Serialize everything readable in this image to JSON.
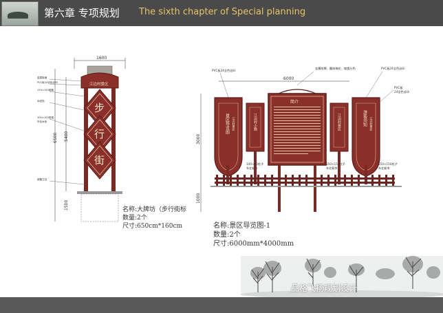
{
  "header": {
    "title": "第六章 专项规划",
    "subtitle": "The sixth chapter of Special planning"
  },
  "left_drawing": {
    "width_label": "1600",
    "top_plate": "江边村景区",
    "chars": [
      "步",
      "行",
      "街"
    ],
    "dim_total": "6500",
    "dim_middle": "5400",
    "dim_base": "1500",
    "notes": [
      "金属板面",
      "PVC板24全色丝印",
      "150×150钢管",
      "木纹色",
      "100×100角钢",
      "外包木色",
      "钢管立柱"
    ],
    "caption": {
      "name": "名称:大牌坊（步行街标",
      "qty": "数量:2个",
      "size": "尺寸:650cm*160cm"
    }
  },
  "right_drawing": {
    "width_label": "6000",
    "height_label": "3000",
    "base_label": "1000",
    "center_title": "简介",
    "left_panel": [
      "景区导览图",
      "江边村景区"
    ],
    "right_panel": [
      "游客须知",
      "江边村景区"
    ],
    "small_left": "江边村小路",
    "small_right": "江边村景区",
    "notes_top": [
      "PVC板24全色丝印",
      "金属铭牌、雕刻梅花、电镀分色",
      "PVC板24全色丝印",
      "PVC板",
      "24全色丝印"
    ],
    "notes_bottom": [
      "100×80柱子",
      "东北粉木",
      "150×150柱子",
      "东北粉木",
      "150×150柱子",
      "东北粉木"
    ],
    "caption": {
      "name": "名称:景区导览图-1",
      "qty": "数量:2个",
      "size": "尺寸:6000mm*4000mm"
    }
  },
  "watermark": "品格飞扬规划设计",
  "colors": {
    "header": "#4a4a4a",
    "subtitle": "#e7c46a",
    "sign_red": "#8a2f2a",
    "sign_dark": "#5a1c18",
    "footer": "#595959"
  }
}
